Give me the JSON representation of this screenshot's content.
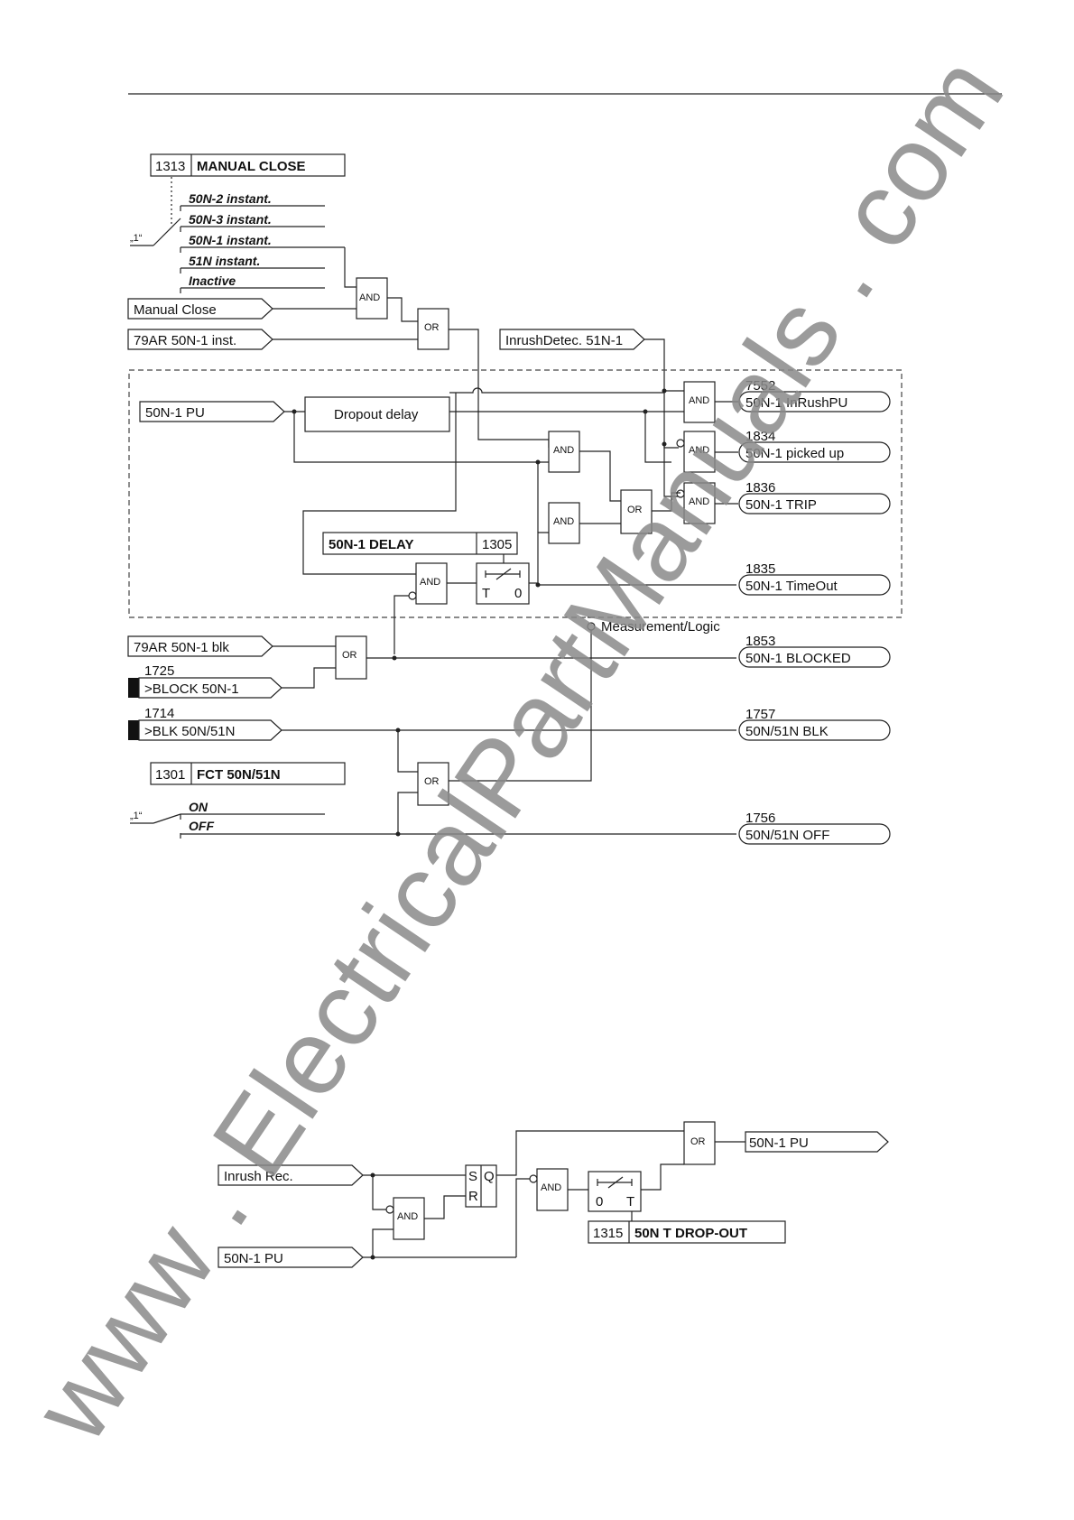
{
  "manual_close": {
    "param_no": "1313",
    "param_name": "MANUAL CLOSE",
    "default_mark": "„1“",
    "options": [
      "50N-2 instant.",
      "50N-3 instant.",
      "50N-1 instant.",
      "51N instant.",
      "Inactive"
    ]
  },
  "inputs": {
    "manual_close": "Manual Close",
    "ar_inst": "79AR 50N-1 inst.",
    "inrush_detec": "InrushDetec. 51N-1",
    "pu": "50N-1 PU",
    "ar_blk": "79AR 50N-1 blk",
    "block_no": "1725",
    "block": ">BLOCK 50N-1",
    "blk_no": "1714",
    "blk": ">BLK 50N/51N"
  },
  "gates": {
    "and": "AND",
    "or": "OR"
  },
  "dropout_delay": "Dropout delay",
  "delay_param": {
    "name": "50N-1 DELAY",
    "no": "1305"
  },
  "timer": {
    "t": "T",
    "zero": "0"
  },
  "measurement": "Measurement/Logic",
  "outputs": [
    {
      "no": "7552",
      "label": "50N-1 InRushPU"
    },
    {
      "no": "1834",
      "label": "50N-1 picked up"
    },
    {
      "no": "1836",
      "label": "50N-1 TRIP"
    },
    {
      "no": "1835",
      "label": "50N-1 TimeOut"
    },
    {
      "no": "1853",
      "label": "50N-1 BLOCKED"
    },
    {
      "no": "1757",
      "label": "50N/51N BLK"
    },
    {
      "no": "1756",
      "label": "50N/51N OFF"
    }
  ],
  "fct": {
    "param_no": "1301",
    "param_name": "FCT 50N/51N",
    "default_mark": "„1“",
    "options": [
      "ON",
      "OFF"
    ]
  },
  "lower": {
    "inrush_rec": "Inrush Rec.",
    "pu_in": "50N-1 PU",
    "s": "S",
    "q": "Q",
    "r": "R",
    "pu_out": "50N-1 PU",
    "timer_zero": "0",
    "timer_t": "T",
    "dropout_no": "1315",
    "dropout_name": "50N T DROP-OUT"
  },
  "watermark": "www . ElectricalPartManuals . com"
}
